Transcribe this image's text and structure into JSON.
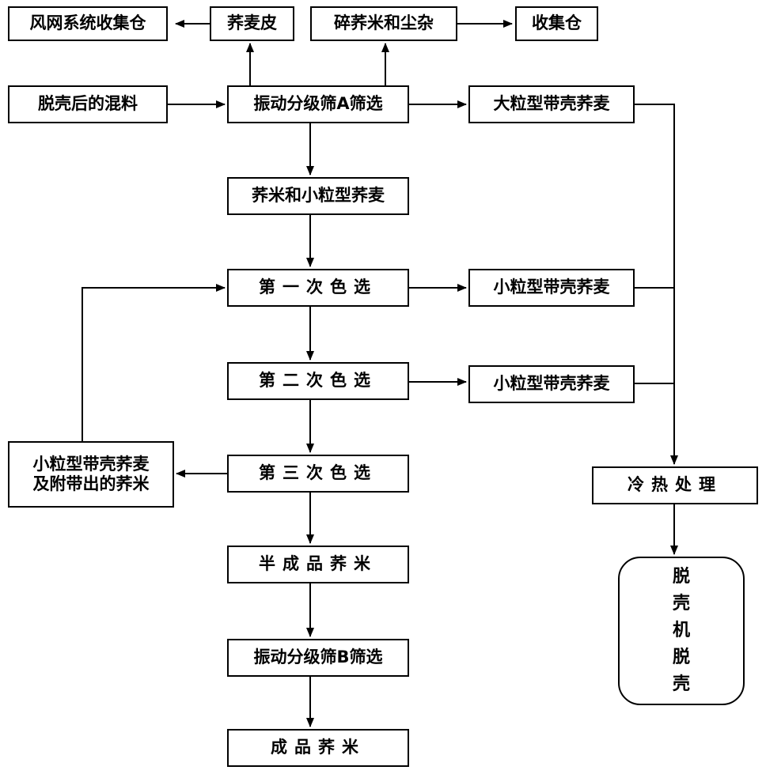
{
  "nodes": {
    "feng_wang": "风网系统收集仓",
    "qiao_mai_pi": "荞麦皮",
    "sui_qiao_mi": "碎荞米和尘杂",
    "shou_ji_cang": "收集仓",
    "tuo_ke_hun_liao": "脱壳后的混料",
    "shai_xuan_a": "振动分级筛A筛选",
    "da_li_xing": "大粒型带壳荞麦",
    "qiao_mi_xiao_li": "荞米和小粒型荞麦",
    "se_xuan_1": "第一次色选",
    "xiao_li_xing_1": "小粒型带壳荞麦",
    "se_xuan_2": "第二次色选",
    "xiao_li_xing_2": "小粒型带壳荞麦",
    "xiao_li_fu_dai": "小粒型带壳荞麦\n及附带出的荞米",
    "se_xuan_3": "第三次色选",
    "leng_re": "冷热处理",
    "ban_cheng_pin": "半成品荞米",
    "tuo_ke_ji": [
      "脱",
      "壳",
      "机",
      "脱",
      "壳"
    ],
    "shai_xuan_b": "振动分级筛B筛选",
    "cheng_pin": "成品荞米"
  },
  "edges": [
    [
      "qiao_mai_pi",
      "feng_wang"
    ],
    [
      "shai_xuan_a",
      "qiao_mai_pi"
    ],
    [
      "shai_xuan_a",
      "sui_qiao_mi"
    ],
    [
      "sui_qiao_mi",
      "shou_ji_cang"
    ],
    [
      "tuo_ke_hun_liao",
      "shai_xuan_a"
    ],
    [
      "shai_xuan_a",
      "da_li_xing"
    ],
    [
      "shai_xuan_a",
      "qiao_mi_xiao_li"
    ],
    [
      "qiao_mi_xiao_li",
      "se_xuan_1"
    ],
    [
      "se_xuan_1",
      "xiao_li_xing_1"
    ],
    [
      "se_xuan_1",
      "se_xuan_2"
    ],
    [
      "se_xuan_2",
      "xiao_li_xing_2"
    ],
    [
      "se_xuan_2",
      "se_xuan_3"
    ],
    [
      "se_xuan_3",
      "xiao_li_fu_dai"
    ],
    [
      "xiao_li_fu_dai",
      "se_xuan_1"
    ],
    [
      "se_xuan_3",
      "ban_cheng_pin"
    ],
    [
      "ban_cheng_pin",
      "shai_xuan_b"
    ],
    [
      "shai_xuan_b",
      "cheng_pin"
    ],
    [
      "da_li_xing",
      "leng_re"
    ],
    [
      "xiao_li_xing_1",
      "leng_re"
    ],
    [
      "xiao_li_xing_2",
      "leng_re"
    ],
    [
      "leng_re",
      "tuo_ke_ji"
    ]
  ]
}
